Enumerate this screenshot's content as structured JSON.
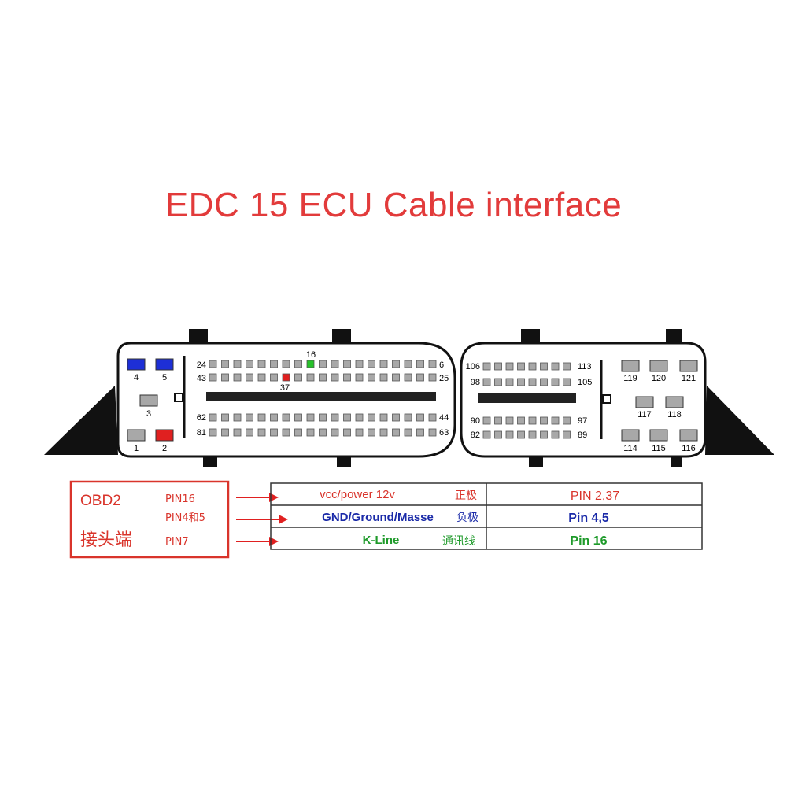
{
  "title": "EDC 15 ECU Cable interface",
  "colors": {
    "title": "#e23b3b",
    "pin_blue": "#1d2fd6",
    "pin_red": "#e02020",
    "pin_green": "#27c22a",
    "pin_gray": "#a8a8a8",
    "red_text": "#d9342b",
    "blue_text": "#1a2aa8",
    "green_text": "#1e9a2a"
  },
  "connector_left": {
    "pins": {
      "p4": "4",
      "p5": "5",
      "p3": "3",
      "p1": "1",
      "p2": "2",
      "p24": "24",
      "p43": "43",
      "p62": "62",
      "p81": "81",
      "p6": "6",
      "p25": "25",
      "p44": "44",
      "p63": "63",
      "p16": "16",
      "p37": "37"
    }
  },
  "connector_right": {
    "pins": {
      "p106": "106",
      "p98": "98",
      "p90": "90",
      "p82": "82",
      "p113": "113",
      "p105": "105",
      "p97": "97",
      "p89": "89",
      "p119": "119",
      "p120": "120",
      "p121": "121",
      "p117": "117",
      "p118": "118",
      "p114": "114",
      "p115": "115",
      "p116": "116"
    }
  },
  "obd2_box": {
    "title": "OBD2",
    "subtitle": "接头端",
    "pins": [
      "PIN16",
      "PIN4和5",
      "PIN7"
    ]
  },
  "table": {
    "rows": [
      {
        "label": "vcc/power 12v",
        "label_cn": "正极",
        "value": "PIN 2,37"
      },
      {
        "label": "GND/Ground/Masse",
        "label_cn": "负极",
        "value": "Pin 4,5"
      },
      {
        "label": "K-Line",
        "label_cn": "通讯线",
        "value": "Pin 16"
      }
    ]
  }
}
